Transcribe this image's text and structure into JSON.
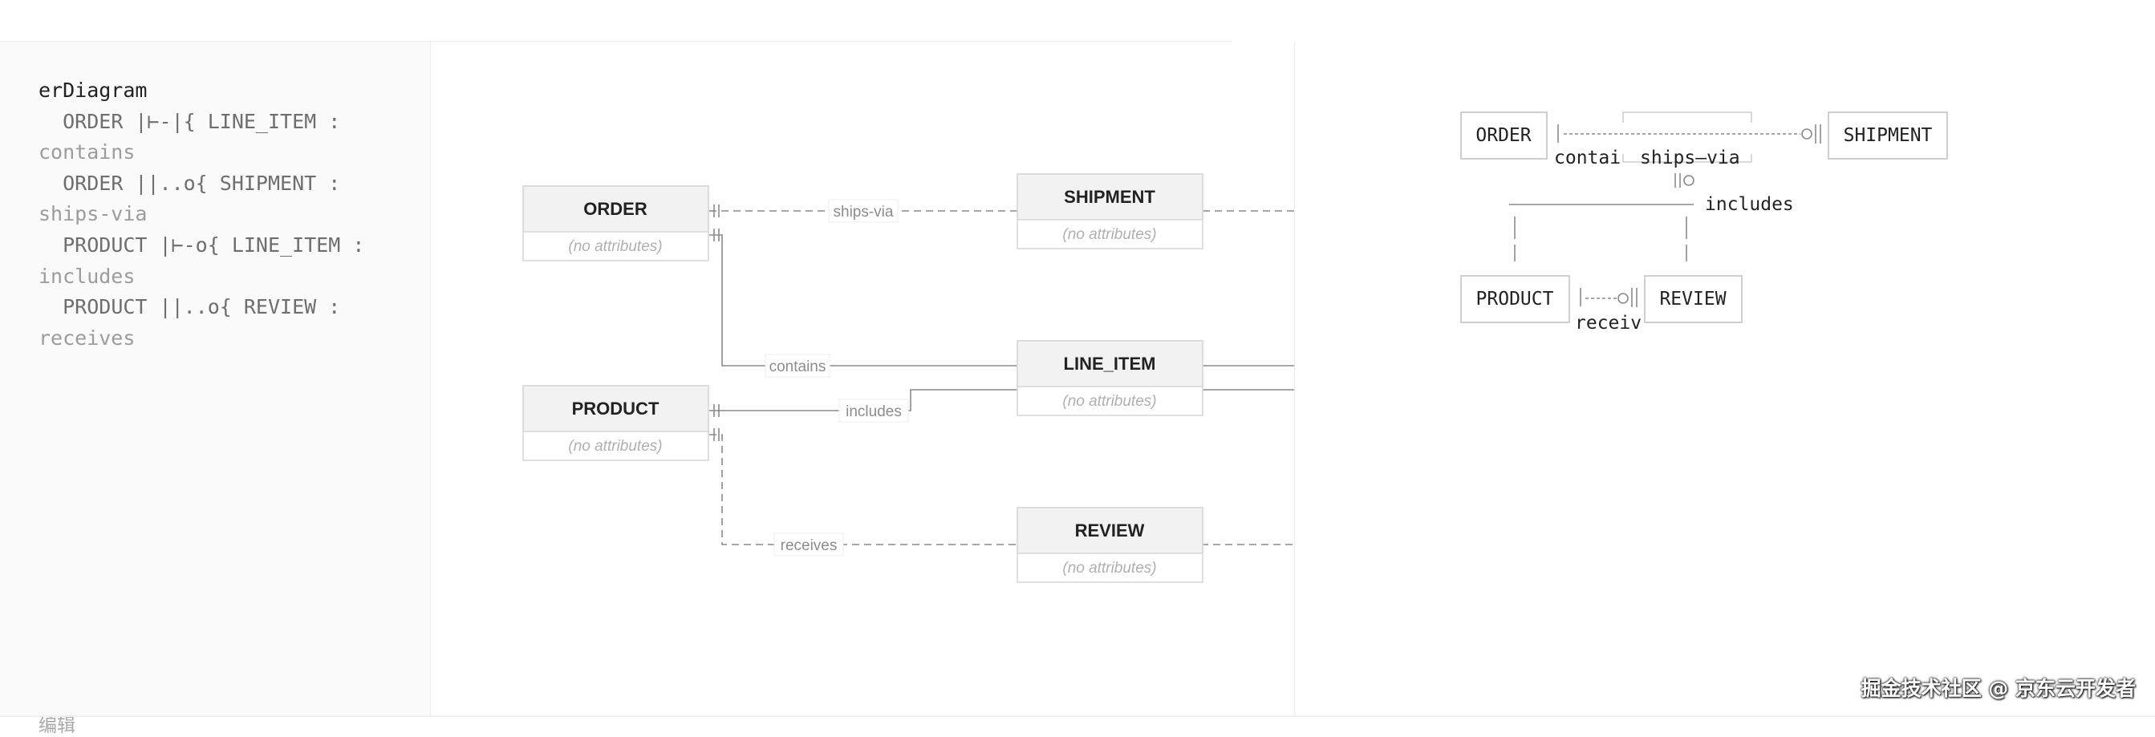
{
  "editor": {
    "lines": [
      {
        "text": "erDiagram",
        "kind": "kw"
      },
      {
        "text": "  ORDER |⊢-|{ LINE_ITEM :",
        "kind": "code"
      },
      {
        "text": "contains",
        "kind": "wrap"
      },
      {
        "text": "  ORDER ||..o{ SHIPMENT :",
        "kind": "code"
      },
      {
        "text": "ships-via",
        "kind": "wrap"
      },
      {
        "text": "  PRODUCT |⊢-o{ LINE_ITEM :",
        "kind": "code"
      },
      {
        "text": "includes",
        "kind": "wrap"
      },
      {
        "text": "  PRODUCT ||..o{ REVIEW :",
        "kind": "code"
      },
      {
        "text": "receives",
        "kind": "wrap"
      }
    ],
    "edit_label": "编辑"
  },
  "diagram": {
    "entities": [
      {
        "id": "order",
        "name": "ORDER",
        "attrs": "(no attributes)"
      },
      {
        "id": "shipment",
        "name": "SHIPMENT",
        "attrs": "(no attributes)"
      },
      {
        "id": "line_item",
        "name": "LINE_ITEM",
        "attrs": "(no attributes)"
      },
      {
        "id": "product",
        "name": "PRODUCT",
        "attrs": "(no attributes)"
      },
      {
        "id": "review",
        "name": "REVIEW",
        "attrs": "(no attributes)"
      }
    ],
    "relations": [
      {
        "id": "ships-via",
        "label": "ships-via",
        "style": "dashed"
      },
      {
        "id": "contains",
        "label": "contains",
        "style": "solid"
      },
      {
        "id": "includes",
        "label": "includes",
        "style": "solid"
      },
      {
        "id": "receives",
        "label": "receives",
        "style": "dashed"
      }
    ]
  },
  "ascii": {
    "boxes": [
      {
        "id": "order",
        "label": "ORDER"
      },
      {
        "id": "shipment",
        "label": "SHIPMENT"
      },
      {
        "id": "product",
        "label": "PRODUCT"
      },
      {
        "id": "review",
        "label": "REVIEW"
      }
    ],
    "labels": {
      "contains": "contai",
      "ships_via": "ships—via",
      "includes": "includes",
      "receives": "receiv"
    }
  },
  "watermark": "掘金技术社区 @ 京东云开发者",
  "colors": {
    "editor_bg": "#fafafa",
    "line": "#888888",
    "box_border": "#d6d6d6",
    "box_header": "#f2f2f2"
  }
}
